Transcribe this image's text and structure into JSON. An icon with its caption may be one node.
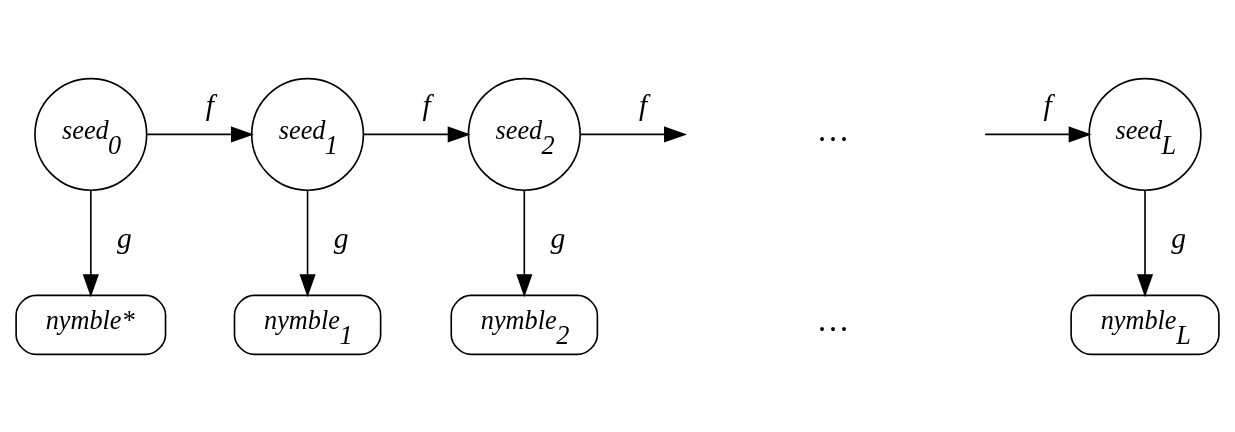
{
  "diagram": {
    "nodes": [
      {
        "text": [
          "seed$_{0}$"
        ]
      },
      {
        "text": [
          "seed$_{1}$"
        ]
      },
      {
        "text": [
          "seed$_{2}$"
        ]
      },
      {
        "text": [
          "seed$_{L}$"
        ]
      },
      {
        "text": [
          "nymble*"
        ]
      },
      {
        "text": [
          "nymble$_{1}$"
        ]
      },
      {
        "text": [
          "nymble$_{2}$"
        ]
      },
      {
        "text": [
          "nymble$_{L}$"
        ]
      }
    ],
    "edges": [
      {
        "from": 0,
        "to": 1,
        "arrow": "to",
        "label": "f"
      },
      {
        "from": 1,
        "to": 2,
        "arrow": "to",
        "label": "f"
      },
      {
        "from": 2,
        "to": null,
        "arrow": "to",
        "label": "f"
      },
      {
        "from": null,
        "to": 3,
        "arrow": "to",
        "label": "f"
      },
      {
        "from": 0,
        "to": 4,
        "arrow": "to",
        "label": "g"
      },
      {
        "from": 1,
        "to": 5,
        "arrow": "to",
        "label": "g"
      },
      {
        "from": 2,
        "to": 6,
        "arrow": "to",
        "label": "g"
      },
      {
        "from": 3,
        "to": 7,
        "arrow": "to",
        "label": "g"
      }
    ],
    "labels": [
      "…",
      "…"
    ]
  }
}
